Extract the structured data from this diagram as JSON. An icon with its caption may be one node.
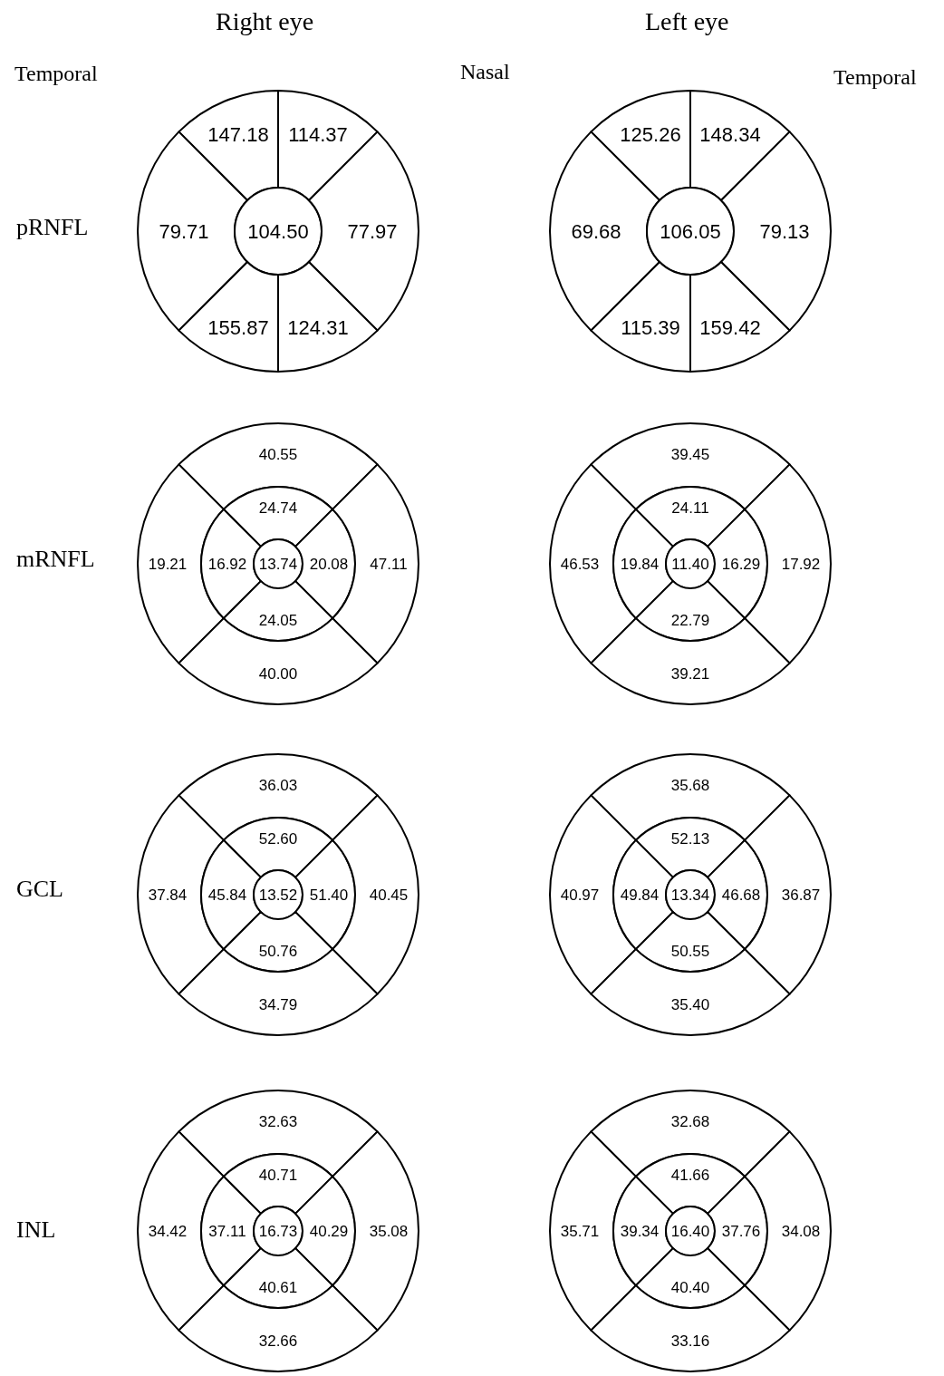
{
  "diagram": {
    "nodes": [
      {
        "text": [
          "147.18"
        ]
      },
      {
        "text": [
          "114.37"
        ]
      },
      {
        "text": [
          "79.71"
        ]
      },
      {
        "text": [
          "104.50"
        ]
      },
      {
        "text": [
          "77.97"
        ]
      },
      {
        "text": [
          "155.87"
        ]
      },
      {
        "text": [
          "124.31"
        ]
      },
      {
        "text": [
          "125.26"
        ]
      },
      {
        "text": [
          "148.34"
        ]
      },
      {
        "text": [
          "69.68"
        ]
      },
      {
        "text": [
          "106.05"
        ]
      },
      {
        "text": [
          "79.13"
        ]
      },
      {
        "text": [
          "115.39"
        ]
      },
      {
        "text": [
          "159.42"
        ]
      },
      {
        "text": [
          "40.55"
        ]
      },
      {
        "text": [
          "24.74"
        ]
      },
      {
        "text": [
          "19.21"
        ]
      },
      {
        "text": [
          "16.92"
        ]
      },
      {
        "text": [
          "13.74"
        ]
      },
      {
        "text": [
          "20.08"
        ]
      },
      {
        "text": [
          "47.11"
        ]
      },
      {
        "text": [
          "24.05"
        ]
      },
      {
        "text": [
          "40.00"
        ]
      },
      {
        "text": [
          "39.45"
        ]
      },
      {
        "text": [
          "24.11"
        ]
      },
      {
        "text": [
          "46.53"
        ]
      },
      {
        "text": [
          "19.84"
        ]
      },
      {
        "text": [
          "11.40"
        ]
      },
      {
        "text": [
          "16.29"
        ]
      },
      {
        "text": [
          "17.92"
        ]
      },
      {
        "text": [
          "22.79"
        ]
      },
      {
        "text": [
          "39.21"
        ]
      },
      {
        "text": [
          "36.03"
        ]
      },
      {
        "text": [
          "52.60"
        ]
      },
      {
        "text": [
          "37.84"
        ]
      },
      {
        "text": [
          "45.84"
        ]
      },
      {
        "text": [
          "13.52"
        ]
      },
      {
        "text": [
          "51.40"
        ]
      },
      {
        "text": [
          "40.45"
        ]
      },
      {
        "text": [
          "50.76"
        ]
      },
      {
        "text": [
          "34.79"
        ]
      },
      {
        "text": [
          "35.68"
        ]
      },
      {
        "text": [
          "52.13"
        ]
      },
      {
        "text": [
          "40.97"
        ]
      },
      {
        "text": [
          "49.84"
        ]
      },
      {
        "text": [
          "13.34"
        ]
      },
      {
        "text": [
          "46.68"
        ]
      },
      {
        "text": [
          "36.87"
        ]
      },
      {
        "text": [
          "50.55"
        ]
      },
      {
        "text": [
          "35.40"
        ]
      },
      {
        "text": [
          "32.63"
        ]
      },
      {
        "text": [
          "40.71"
        ]
      },
      {
        "text": [
          "34.42"
        ]
      },
      {
        "text": [
          "37.11"
        ]
      },
      {
        "text": [
          "16.73"
        ]
      },
      {
        "text": [
          "40.29"
        ]
      },
      {
        "text": [
          "35.08"
        ]
      },
      {
        "text": [
          "40.61"
        ]
      },
      {
        "text": [
          "32.66"
        ]
      },
      {
        "text": [
          "32.68"
        ]
      },
      {
        "text": [
          "41.66"
        ]
      },
      {
        "text": [
          "35.71"
        ]
      },
      {
        "text": [
          "39.34"
        ]
      },
      {
        "text": [
          "16.40"
        ]
      },
      {
        "text": [
          "37.76"
        ]
      },
      {
        "text": [
          "34.08"
        ]
      },
      {
        "text": [
          "40.40"
        ]
      },
      {
        "text": [
          "33.16"
        ]
      }
    ],
    "labels": [
      "Right eye",
      "Left eye",
      "Temporal",
      "Nasal",
      "Temporal",
      "pRNFL",
      "mRNFL",
      "GCL",
      "INL"
    ]
  }
}
